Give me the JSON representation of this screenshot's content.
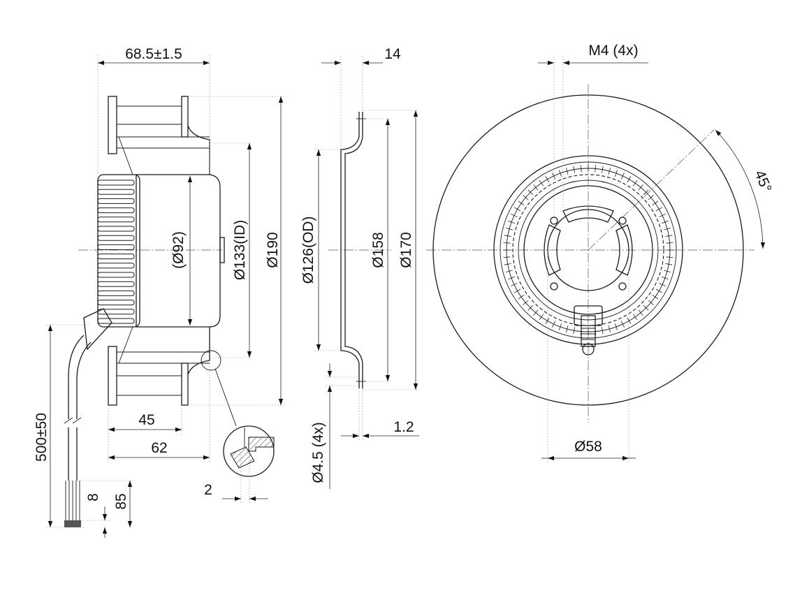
{
  "dimensions": {
    "overall_depth": "68.5±1.5",
    "flange_depth": "14",
    "mount_thread": "M4 (4x)",
    "bolt_angle": "45°",
    "motor_dia": "(Ø92)",
    "inlet_id": "Ø133(ID)",
    "outer_dia": "Ø190",
    "inlet_od": "Ø126(OD)",
    "bolt_circle": "Ø158",
    "flange_dia": "Ø170",
    "hub_dim": "45",
    "width_dim": "62",
    "gap_dim": "2",
    "cable_length": "500±50",
    "strip_length": "8",
    "lead_length": "85",
    "hole_dia": "Ø4.5 (4x)",
    "sheet_thickness": "1.2",
    "center_dia": "Ø58"
  },
  "colors": {
    "line": "#1a1a1a",
    "background": "#ffffff"
  }
}
